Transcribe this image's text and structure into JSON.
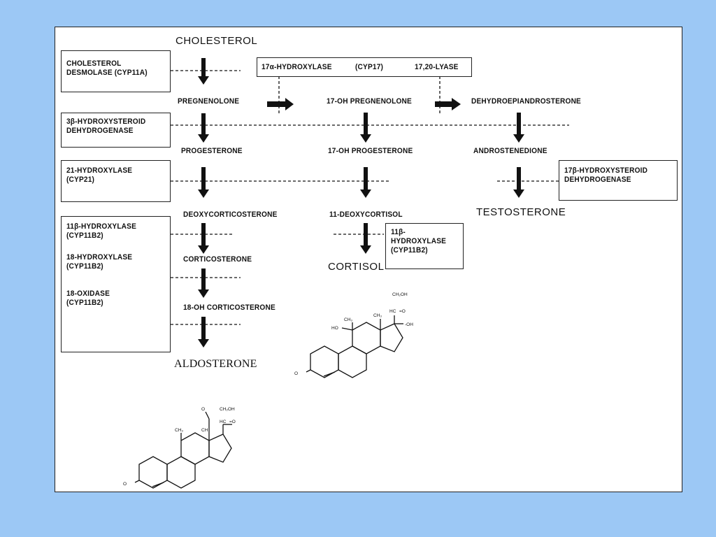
{
  "compounds": {
    "cholesterol": "CHOLESTEROL",
    "pregnenolone": "PREGNENOLONE",
    "oh17_pregnenolone": "17-OH PREGNENOLONE",
    "dhea": "DEHYDROEPIANDROSTERONE",
    "progesterone": "PROGESTERONE",
    "oh17_progesterone": "17-OH PROGESTERONE",
    "androstenedione": "ANDROSTENEDIONE",
    "deoxycorticosterone": "DEOXYCORTICOSTERONE",
    "deoxycortisol": "11-DEOXYCORTISOL",
    "testosterone": "TESTOSTERONE",
    "corticosterone": "CORTICOSTERONE",
    "cortisol": "CORTISOL",
    "oh18_corticosterone": "18-OH CORTICOSTERONE",
    "aldosterone": "ALDOSTERONE"
  },
  "enzymes": {
    "desmolase": [
      "CHOLESTEROL",
      "DESMOLASE (CYP11A)"
    ],
    "hsd3b": [
      "3β-HYDROXYSTEROID",
      "DEHYDROGENASE"
    ],
    "hydroxylase21": [
      "21-HYDROXYLASE",
      "(CYP21)"
    ],
    "cyp11b2_group": [
      "11β-HYDROXYLASE",
      "(CYP11B2)",
      "18-HYDROXYLASE",
      "(CYP11B2)",
      "18-OXIDASE",
      "(CYP11B2)"
    ],
    "cyp17": {
      "left": "17α-HYDROXYLASE",
      "mid": "(CYP17)",
      "right": "17,20-LYASE"
    },
    "hsd17b": [
      "17β-HYDROXYSTEROID",
      "DEHYDROGENASE"
    ],
    "hydroxylase11b": [
      "11β-",
      "HYDROXYLASE",
      "(CYP11B2)"
    ]
  },
  "structure_labels": {
    "cortisol": {
      "ch2oh": "CH₂OH",
      "co": "HC",
      "eq": "=O",
      "oh": "-OH",
      "ho": "HO",
      "ch3": "CH₃",
      "o": "O"
    },
    "aldosterone": {
      "ald_o": "O",
      "ch": "CH",
      "ch2oh": "CH₂OH",
      "hc": "HC",
      "eq": "=O",
      "ch3": "CH₃",
      "o": "O"
    }
  },
  "colors": {
    "frame_bg": "#9cc8f5",
    "panel_bg": "#ffffff",
    "ink": "#111111"
  }
}
